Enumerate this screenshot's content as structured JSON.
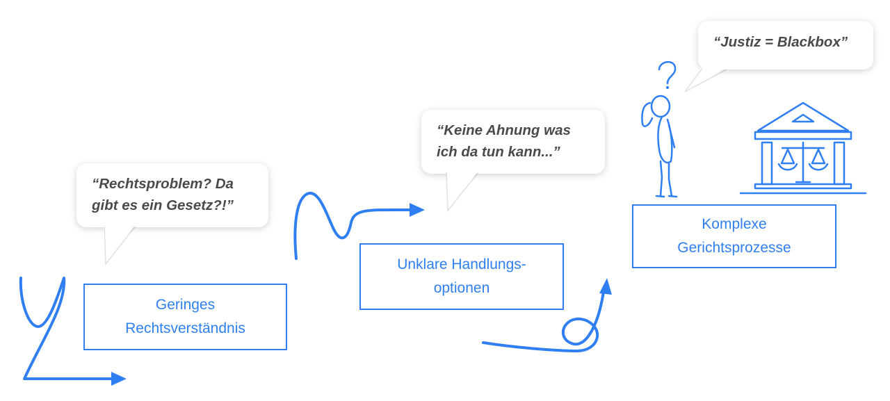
{
  "accent_color": "#2f7ff2",
  "text_color": "#4a4a4a",
  "steps": [
    {
      "box_lines": [
        "Geringes",
        "Rechtsverständnis"
      ],
      "quote_lines": [
        "“Rechtsproblem? Da",
        "gibt es ein Gesetz?!”"
      ]
    },
    {
      "box_lines": [
        "Unklare Handlungs-",
        "optionen"
      ],
      "quote_lines": [
        "“Keine Ahnung was",
        "ich da tun kann...”"
      ]
    },
    {
      "box_lines": [
        "Komplexe",
        "Gerichtsprozesse"
      ],
      "quote_lines": [
        "“Justiz = Blackbox”"
      ]
    }
  ],
  "icons": {
    "person": "confused-person-icon",
    "question_mark": "question-mark-icon",
    "courthouse": "courthouse-icon",
    "scales": "scales-of-justice-icon"
  }
}
